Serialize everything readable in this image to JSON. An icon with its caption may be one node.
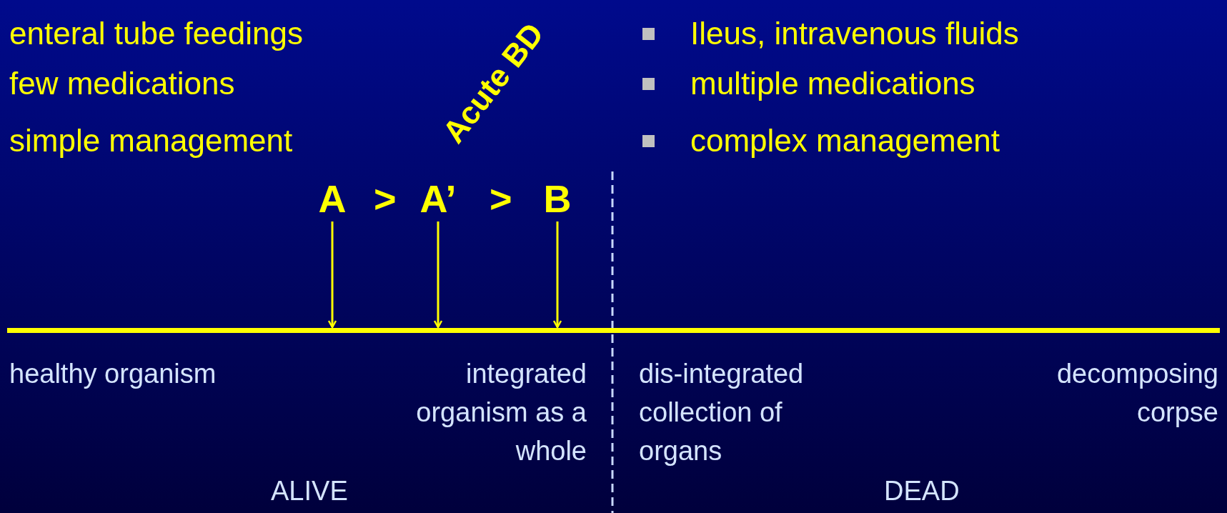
{
  "diagram": {
    "nodes": [
      {
        "text": [
          "A"
        ]
      },
      {
        "text": [
          "A’"
        ]
      },
      {
        "text": [
          "B"
        ]
      },
      {
        "text": [],
        "shape": "bar"
      }
    ],
    "edges": [
      {
        "from": 0,
        "to": 3,
        "arrow": "to"
      },
      {
        "from": 1,
        "to": 3,
        "arrow": "to"
      },
      {
        "from": 2,
        "to": 3,
        "arrow": "to"
      }
    ],
    "labels": [
      "enteral tube feedings",
      "few medications",
      "simple management",
      "Acute BD",
      "Ileus, intravenous fluids",
      "multiple medications",
      "complex management",
      ">",
      ">",
      "healthy organism",
      "integrated organism as a whole",
      "dis-integrated collection of organs",
      "decomposing corpse",
      "ALIVE",
      "DEAD"
    ]
  }
}
